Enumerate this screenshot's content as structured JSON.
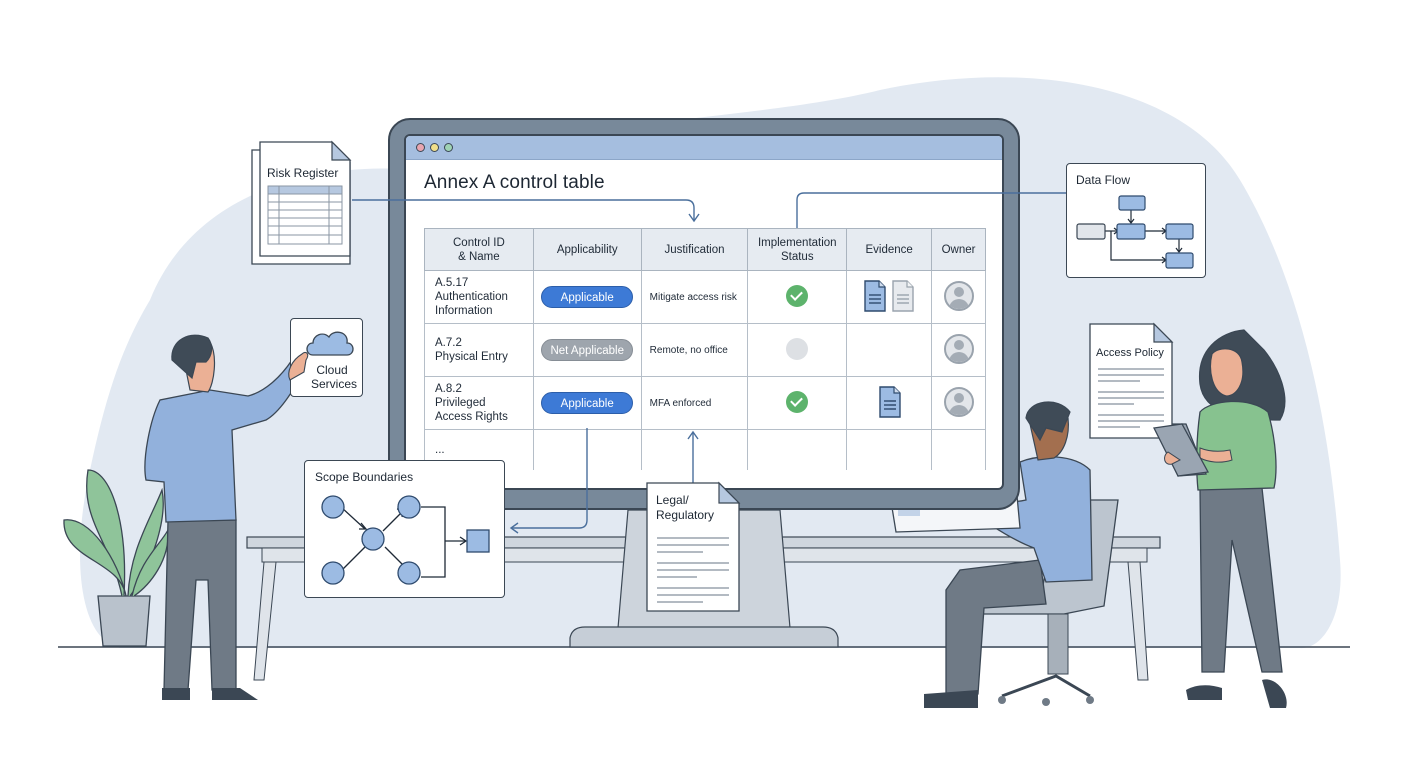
{
  "illustration": {
    "theme": "ISO 27001 Annex A scoping",
    "colors": {
      "accent_blue": "#3d7ad6",
      "titlebar": "#a5bedf",
      "bezel": "#78899a",
      "backdrop_blob": "#e2e9f2",
      "status_green": "#5db36c",
      "status_gray": "#dde0e4",
      "pill_gray": "#9ea5ad",
      "shirt_blue": "#92b1dc",
      "shirt_green": "#87c28f",
      "pants_gray": "#6f7a86"
    }
  },
  "window": {
    "title": "Annex A control table",
    "traffic_lights": [
      "#e8a5b0",
      "#f0df8a",
      "#9fd3b4"
    ]
  },
  "table": {
    "headers": {
      "control": [
        "Control ID",
        "& Name"
      ],
      "applicability": "Applicability",
      "justification": "Justification",
      "status": [
        "Implementation",
        "Status"
      ],
      "evidence": "Evidence",
      "owner": "Owner"
    },
    "rows": [
      {
        "id": "A.5.17",
        "name_line1": "Authentication",
        "name_line2": "Information",
        "applicability": "Applicable",
        "applicability_state": "applicable",
        "justification": "Mitigate access risk",
        "status": "implemented",
        "status_icon": "check-circle-icon",
        "evidence": [
          "document-blue-icon",
          "document-gray-icon"
        ],
        "owner": "avatar-icon"
      },
      {
        "id": "A.7.2",
        "name_line1": "Physical Entry",
        "name_line2": "",
        "applicability": "Net Applicable",
        "applicability_state": "not-applicable",
        "justification": "Remote, no office",
        "status": "not-applicable",
        "status_icon": "gray-circle-icon",
        "evidence": [],
        "owner": "avatar-icon"
      },
      {
        "id": "A.8.2",
        "name_line1": "Privileged",
        "name_line2": "Access Rights",
        "applicability": "Applicable",
        "applicability_state": "applicable",
        "justification": "MFA enforced",
        "status": "implemented",
        "status_icon": "check-circle-icon",
        "evidence": [
          "document-blue-icon"
        ],
        "owner": "avatar-icon"
      }
    ],
    "ellipsis": "..."
  },
  "cards": {
    "risk_register": {
      "title": "Risk Register",
      "icon": "spreadsheet-icon"
    },
    "cloud_services": {
      "line1": "Cloud",
      "line2": "Services",
      "icon": "cloud-icon"
    },
    "scope_boundaries": {
      "title": "Scope Boundaries",
      "icon": "network-graph-icon"
    },
    "legal_regulatory": {
      "line1": "Legal/",
      "line2": "Regulatory",
      "icon": "document-icon"
    },
    "data_flow": {
      "title": "Data Flow",
      "icon": "flowchart-icon"
    },
    "access_policy": {
      "title": "Access Policy",
      "icon": "document-icon"
    }
  },
  "people": [
    {
      "role": "standing-man-pointing",
      "shirt": "blue",
      "pointing_at": "Cloud Services"
    },
    {
      "role": "seated-man-at-laptop",
      "shirt": "blue"
    },
    {
      "role": "standing-woman-with-tablet",
      "shirt": "green"
    }
  ]
}
